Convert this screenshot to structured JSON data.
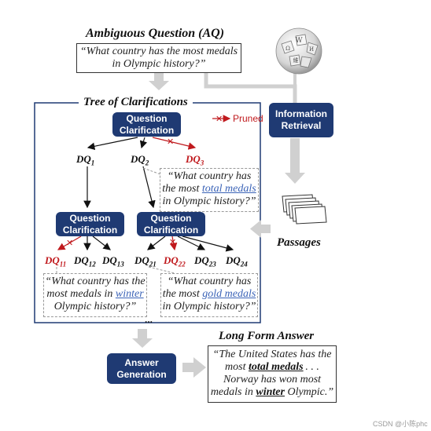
{
  "ambiguous_question": {
    "title": "Ambiguous Question (AQ)",
    "text_line1": "“What country has the most medals",
    "text_line2": "in Olympic history?”"
  },
  "tree": {
    "title": "Tree of Clarifications",
    "pruned_label": "Pruned",
    "top_node": {
      "line1": "Question",
      "line2": "Clarification"
    },
    "left_node": {
      "line1": "Question",
      "line2": "Clarification"
    },
    "right_node": {
      "line1": "Question",
      "line2": "Clarification"
    },
    "dq_level1": [
      {
        "base": "DQ",
        "sub": "1"
      },
      {
        "base": "DQ",
        "sub": "2"
      },
      {
        "base": "DQ",
        "sub": "3"
      }
    ],
    "dq_level2": [
      {
        "base": "DQ",
        "sub": "11"
      },
      {
        "base": "DQ",
        "sub": "12"
      },
      {
        "base": "DQ",
        "sub": "13"
      },
      {
        "base": "DQ",
        "sub": "21"
      },
      {
        "base": "DQ",
        "sub": "22"
      },
      {
        "base": "DQ",
        "sub": "23"
      },
      {
        "base": "DQ",
        "sub": "24"
      }
    ],
    "dq2_quote": {
      "l1": "“What  country has",
      "l2a": "the most ",
      "l2hl": "total medals",
      "l3": "in Olympic history?”"
    },
    "dq11_quote": {
      "l1": "“What country has the",
      "l2a": "most medals in ",
      "l2hl": "winter",
      "l3": "Olympic history?”"
    },
    "dq21_quote": {
      "l1": "“What country has",
      "l2a": "the most ",
      "l2hl": "gold medals",
      "l3": "in Olympic history?”"
    },
    "ellipsis": "..."
  },
  "retrieval": {
    "button_line1": "Information",
    "button_line2": "Retrieval",
    "passages_label": "Passages"
  },
  "answer": {
    "button_line1": "Answer",
    "button_line2": "Generation",
    "title": "Long Form Answer",
    "l1": "“The United States has the",
    "l2a": "most ",
    "l2hl": "total medals",
    "l2b": " . . .",
    "l3": "Norway has won most",
    "l4a": "medals  in ",
    "l4hl": "winter",
    "l4b": " Olympic.”"
  },
  "watermark": "CSDN @小陈phc",
  "colors": {
    "node": "#1f3a73",
    "pruned": "#c0191d",
    "highlight_blue": "#3b63b7",
    "flow_arrow": "#d0d0d0"
  },
  "icons": [
    "wikipedia-globe-icon",
    "passages-stack-icon",
    "pruned-cross-icon"
  ]
}
